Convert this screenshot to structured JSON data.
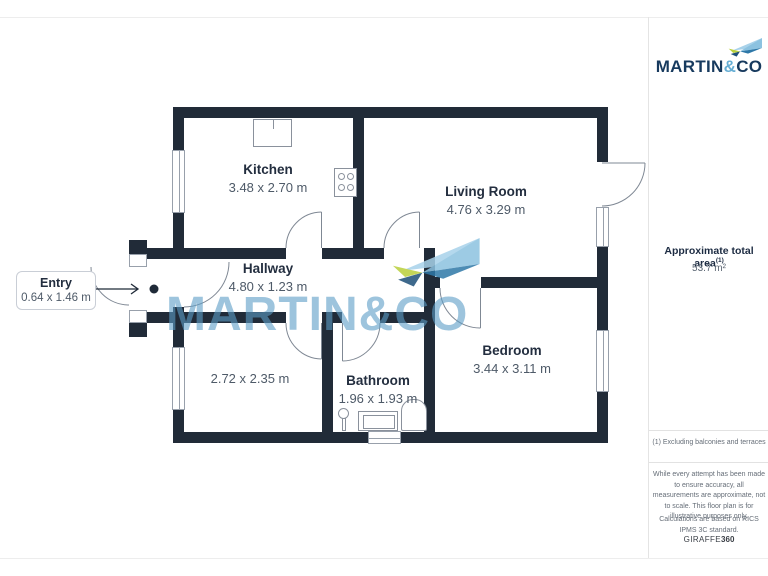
{
  "branding": {
    "agency_name_primary": "MARTIN",
    "agency_name_ampersand": "&",
    "agency_name_secondary": "CO"
  },
  "watermark": {
    "text_primary": "MARTIN",
    "text_ampersand": "&",
    "text_secondary": "CO"
  },
  "floorplan": {
    "rooms": [
      {
        "name": "Kitchen",
        "dimensions": "3.48 x 2.70 m"
      },
      {
        "name": "Living Room",
        "dimensions": "4.76 x 3.29 m"
      },
      {
        "name": "Hallway",
        "dimensions": "4.80 x 1.23 m"
      },
      {
        "name": "Bedroom",
        "dimensions": "3.44 x 3.11 m"
      },
      {
        "name": "Bathroom",
        "dimensions": "1.96 x 1.93 m"
      },
      {
        "name": "",
        "dimensions": "2.72 x 2.35 m"
      }
    ],
    "entry": {
      "name": "Entry",
      "dimensions": "0.64 x 1.46 m"
    }
  },
  "sidebar": {
    "total_area": {
      "label": "Approximate total area",
      "footnote_marker": "(1)",
      "value": "53.7 m²"
    },
    "footnote": "(1) Excluding balconies and terraces",
    "disclaimer_measurements": "While every attempt has been made to ensure accuracy, all measurements are approximate, not to scale. This floor plan is for illustrative purposes only.",
    "disclaimer_standard": "Calculations are based on RICS IPMS 3C standard.",
    "provider": {
      "name_regular": "GIRAFFE",
      "name_bold": "360"
    }
  },
  "colors": {
    "wall": "#212b38",
    "brand_navy": "#173a5e",
    "brand_light_blue": "#66aed4",
    "brand_green": "#b9cf3c",
    "watermark_blue": "#5b9cc6",
    "dimension_text": "#4e5a68"
  }
}
